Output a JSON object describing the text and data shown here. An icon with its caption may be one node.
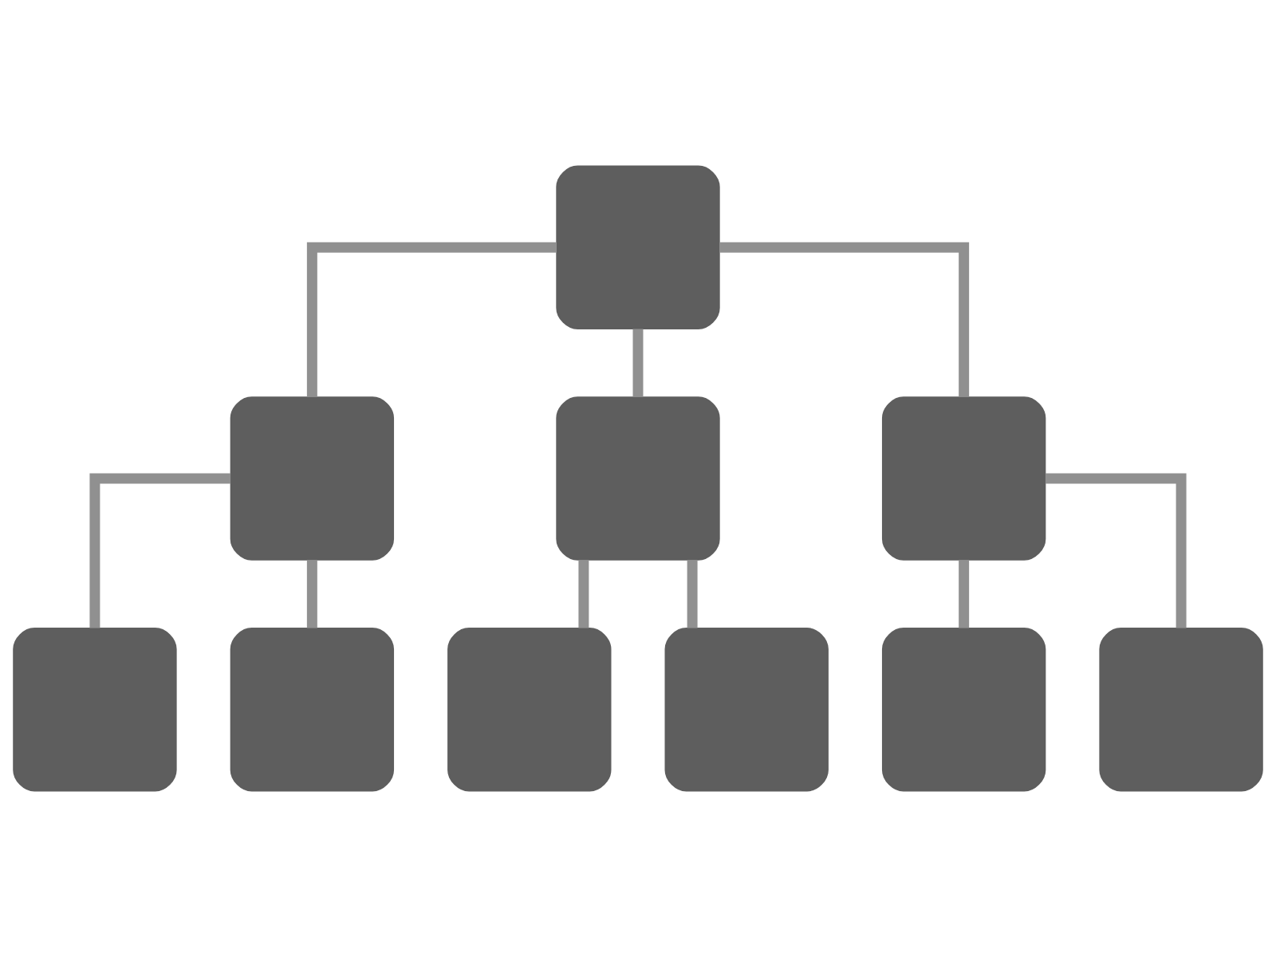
{
  "diagram": {
    "nodes": [
      {
        "text": [],
        "shape": "box"
      },
      {
        "text": [],
        "shape": "box"
      },
      {
        "text": [],
        "shape": "box"
      },
      {
        "text": [],
        "shape": "box"
      },
      {
        "text": [],
        "shape": "box"
      },
      {
        "text": [],
        "shape": "box"
      },
      {
        "text": [],
        "shape": "box"
      },
      {
        "text": [],
        "shape": "box"
      },
      {
        "text": [],
        "shape": "box"
      },
      {
        "text": [],
        "shape": "box"
      }
    ],
    "edges": [
      {
        "from": 0,
        "to": 1,
        "arrow": "none"
      },
      {
        "from": 0,
        "to": 2,
        "arrow": "none"
      },
      {
        "from": 0,
        "to": 3,
        "arrow": "none"
      },
      {
        "from": 1,
        "to": 4,
        "arrow": "none"
      },
      {
        "from": 1,
        "to": 5,
        "arrow": "none"
      },
      {
        "from": 2,
        "to": 6,
        "arrow": "none"
      },
      {
        "from": 2,
        "to": 7,
        "arrow": "none"
      },
      {
        "from": 3,
        "to": 8,
        "arrow": "none"
      },
      {
        "from": 3,
        "to": 9,
        "arrow": "none"
      }
    ]
  }
}
